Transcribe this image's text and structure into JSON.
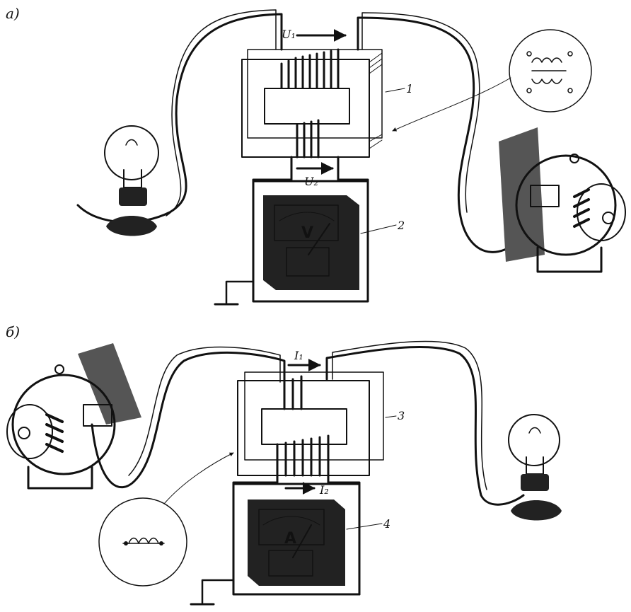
{
  "panels": {
    "a": {
      "label": "а)",
      "voltage_primary": "U₁",
      "voltage_secondary": "U₂",
      "meter_symbol": "V",
      "callout_transformer": "1",
      "callout_meter": "2"
    },
    "b": {
      "label": "б)",
      "current_primary": "I₁",
      "current_secondary": "I₂",
      "meter_symbol": "A",
      "callout_transformer": "3",
      "callout_meter": "4"
    }
  },
  "icons": [
    "lamp-icon",
    "generator-icon",
    "transformer-core-icon",
    "voltmeter-icon",
    "ammeter-icon",
    "ground-icon",
    "winding-symbol-icon"
  ]
}
